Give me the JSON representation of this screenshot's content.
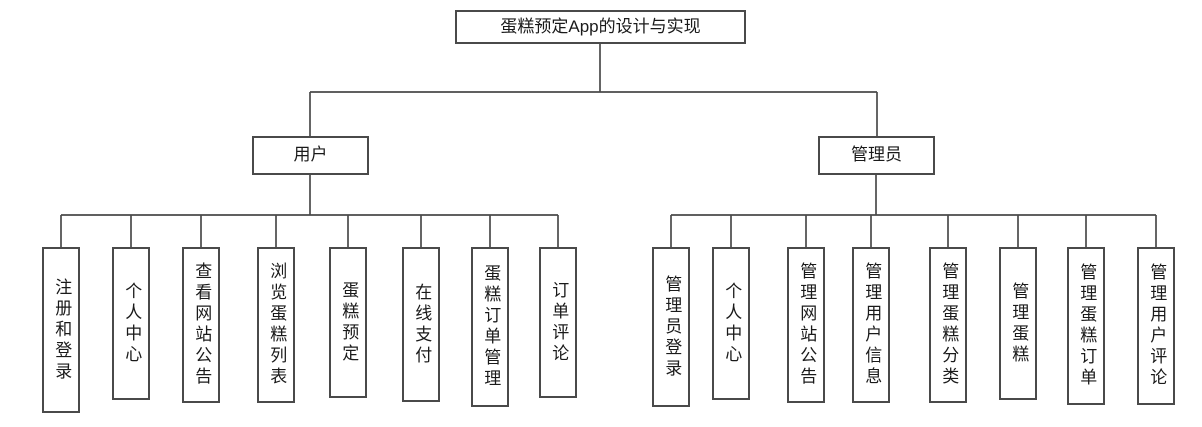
{
  "diagram": {
    "title": "蛋糕预定App的设计与实现",
    "colors": {
      "line": "#4a4a4a",
      "box_border": "#4a4a4a",
      "box_background": "#ffffff",
      "text": "#1a1a1a"
    },
    "root": {
      "label": "蛋糕预定App的设计与实现"
    },
    "branches": [
      {
        "label": "用户",
        "children": [
          "注册和登录",
          "个人中心",
          "查看网站公告",
          "浏览蛋糕列表",
          "蛋糕预定",
          "在线支付",
          "蛋糕订单管理",
          "订单评论"
        ]
      },
      {
        "label": "管理员",
        "children": [
          "管理员登录",
          "个人中心",
          "管理网站公告",
          "管理用户信息",
          "管理蛋糕分类",
          "管理蛋糕",
          "管理蛋糕订单",
          "管理用户评论"
        ]
      }
    ]
  }
}
